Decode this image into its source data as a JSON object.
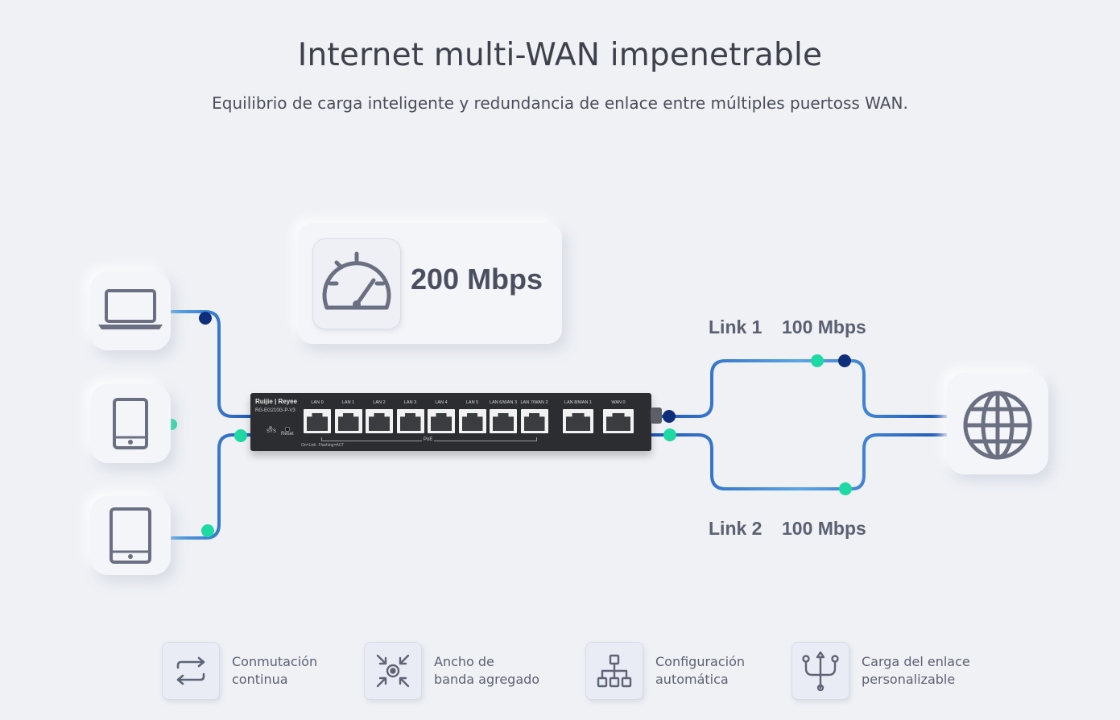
{
  "header": {
    "title": "Internet multi-WAN impenetrable",
    "subtitle": "Equilibrio de carga inteligente y redundancia de enlace entre múltiples puertoss WAN."
  },
  "speed": {
    "value": "200 Mbps"
  },
  "links": [
    {
      "name": "Link 1",
      "speed": "100 Mbps"
    },
    {
      "name": "Link 2",
      "speed": "100 Mbps"
    }
  ],
  "devices": [
    {
      "icon": "laptop-icon"
    },
    {
      "icon": "phone-icon"
    },
    {
      "icon": "tablet-icon"
    }
  ],
  "router": {
    "brand": "Ruijie | Reyee",
    "model": "RG-EG210G-P-V3",
    "ports": [
      "LAN 0",
      "LAN 1",
      "LAN 2",
      "LAN 3",
      "LAN 4",
      "LAN 5",
      "LAN 6/WAN 3",
      "LAN 7/WAN 2"
    ],
    "uplink_ports": [
      "LAN 8/WAN 1",
      "WAN 0"
    ],
    "sys_label": "SYS",
    "reset_label": "Reset",
    "poe_label": "PoE",
    "legend": "On=Link  Flashing=ACT"
  },
  "internet": {
    "icon": "globe-icon"
  },
  "features": [
    {
      "icon": "switch-arrows-icon",
      "line1": "Conmutación",
      "line2": "continua"
    },
    {
      "icon": "aggregate-icon",
      "line1": "Ancho de",
      "line2": "banda agregado"
    },
    {
      "icon": "hierarchy-icon",
      "line1": "Configuración",
      "line2": "automática"
    },
    {
      "icon": "usb-branch-icon",
      "line1": "Carga del enlace",
      "line2": "personalizable"
    }
  ],
  "colors": {
    "background": "#eff1f5",
    "line_dark": "#1e56b8",
    "line_light": "#5aa6e6",
    "dot_navy": "#0f2e7a",
    "dot_green": "#1ed9a4",
    "icon_gray": "#6b6f82"
  }
}
